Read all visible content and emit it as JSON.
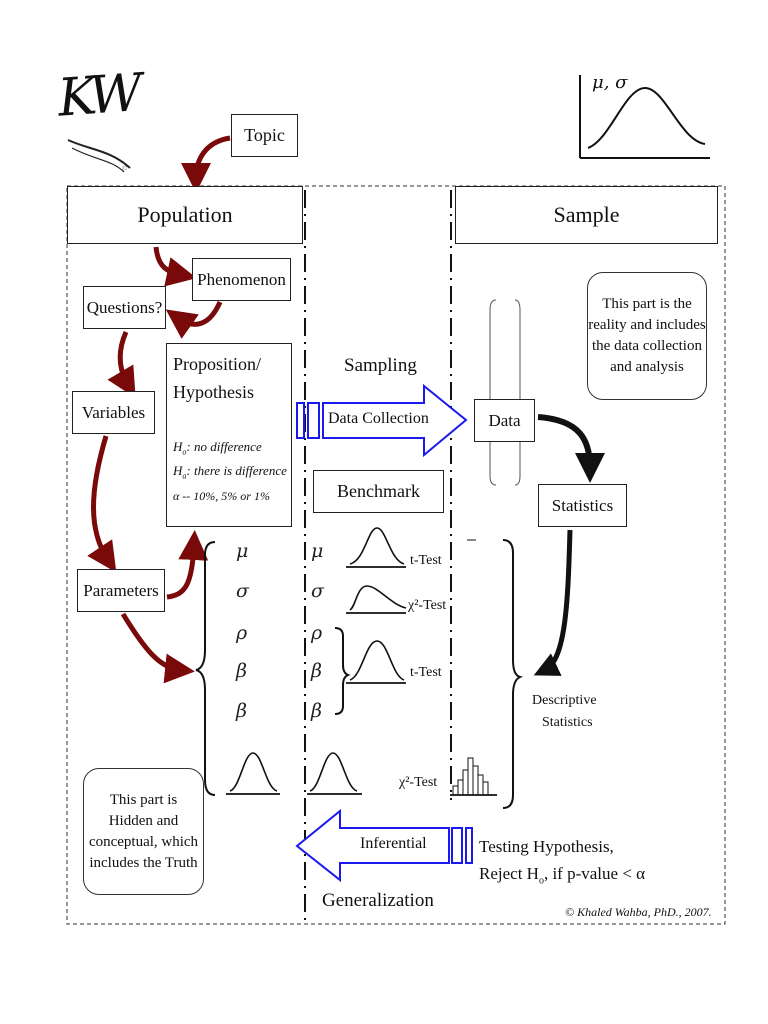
{
  "logo": {
    "text": "KW",
    "mark": "©"
  },
  "corner_chart": {
    "label": "μ, σ"
  },
  "headers": {
    "population": "Population",
    "sample": "Sample"
  },
  "boxes": {
    "topic": "Topic",
    "phenomenon": "Phenomenon",
    "questions": "Questions?",
    "variables": "Variables",
    "parameters": "Parameters",
    "proposition_line1": "Proposition/",
    "proposition_line2": "Hypothesis",
    "h0_label": "H",
    "h0_sub": "o",
    "h0_text": ": no difference",
    "ha_label": "H",
    "ha_sub": "a",
    "ha_text": ": there is difference",
    "alpha_text": "α -- 10%, 5% or 1%",
    "benchmark": "Benchmark",
    "data": "Data",
    "statistics": "Statistics"
  },
  "arrows": {
    "sampling": "Sampling",
    "data_collection": "Data Collection",
    "inferential": "Inferential",
    "generalization": "Generalization"
  },
  "parameters_list": {
    "left": [
      "μ",
      "σ",
      "ρ",
      "β",
      "β"
    ],
    "right": [
      "μ",
      "σ",
      "ρ",
      "β",
      "β"
    ]
  },
  "tests": {
    "t_test_1": "t-Test",
    "chi_test_1": "χ²-Test",
    "t_test_2": "t-Test",
    "chi_test_2": "χ²-Test"
  },
  "descriptive": {
    "line1": "Descriptive",
    "line2": "Statistics"
  },
  "notes": {
    "reality": [
      "This part is the",
      "reality and includes",
      "the data collection",
      "and analysis"
    ],
    "hidden": [
      "This part is",
      "Hidden and",
      "conceptual, which",
      "includes the Truth"
    ]
  },
  "testing": {
    "line1": "Testing Hypothesis,",
    "line2_prefix": "Reject H",
    "line2_sub": "o",
    "line2_suffix": ", if p-value < α"
  },
  "copyright": "© Khaled Wahba, PhD., 2007.",
  "colors": {
    "arrow_red": "#7a0a0a",
    "arrow_blue": "#1a1aee",
    "ink": "#111111"
  }
}
